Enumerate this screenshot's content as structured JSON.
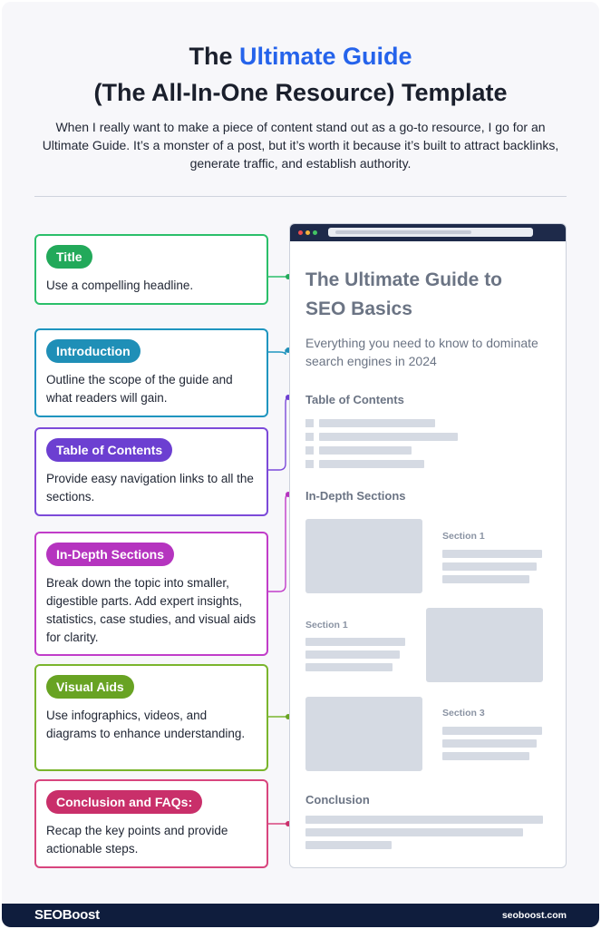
{
  "header": {
    "title_prefix": "The ",
    "title_accent": "Ultimate Guide",
    "title_line2": "(The All-In-One Resource) Template",
    "intro": "When I really want to make a piece of content stand out as a go-to resource, I go for an Ultimate Guide. It’s a monster of a post, but it’s worth it because it’s built to attract backlinks, generate traffic, and establish authority."
  },
  "cards": [
    {
      "label": "Title",
      "desc": "Use a compelling headline.",
      "color": "#22a95a"
    },
    {
      "label": "Introduction",
      "desc": "Outline the scope of the guide and what readers will gain.",
      "color": "#1f8fb7"
    },
    {
      "label": "Table of Contents",
      "desc": "Provide easy navigation links to all the sections.",
      "color": "#6c3fd1"
    },
    {
      "label": "In-Depth Sections",
      "desc": "Break down the topic into smaller, digestible parts. Add expert insights, statistics, case studies, and visual aids for clarity.",
      "color": "#b534bf"
    },
    {
      "label": "Visual Aids",
      "desc": "Use infographics, videos, and diagrams to enhance understanding.",
      "color": "#68a323"
    },
    {
      "label": "Conclusion and FAQs:",
      "desc": "Recap the key points and provide actionable steps.",
      "color": "#c92f6a"
    }
  ],
  "mockup": {
    "title": "The Ultimate Guide to SEO Basics",
    "subtitle": "Everything you need to know to dominate search engines in 2024",
    "toc_heading": "Table of Contents",
    "sections_heading": "In-Depth Sections",
    "section_a": "Section 1",
    "section_b": "Section 1",
    "section_c": "Section 3",
    "conclusion_heading": "Conclusion"
  },
  "footer": {
    "logo": "SEOBoost",
    "site": "seoboost.com"
  }
}
